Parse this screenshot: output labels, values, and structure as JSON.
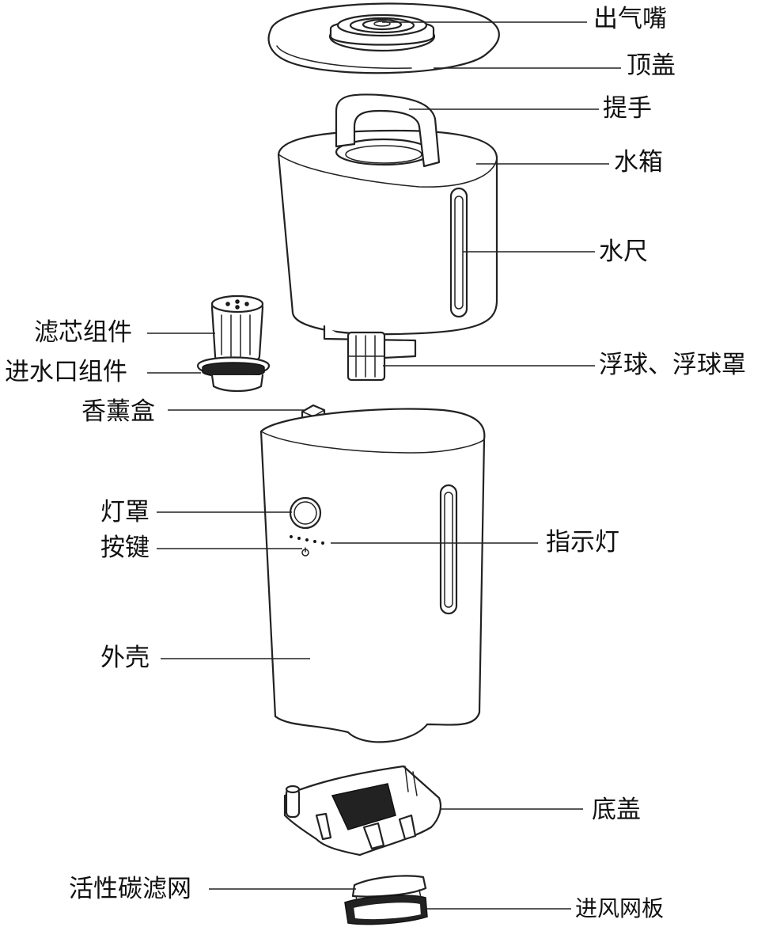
{
  "labels": {
    "nozzle": "出气嘴",
    "top_cover": "顶盖",
    "handle": "提手",
    "water_tank": "水箱",
    "water_gauge": "水尺",
    "filter_core": "滤芯组件",
    "water_inlet": "进水口组件",
    "float_ball": "浮球、浮球罩",
    "aroma_box": "香薰盒",
    "lamp_shade": "灯罩",
    "button": "按键",
    "indicator_light": "指示灯",
    "shell": "外壳",
    "bottom_cover": "底盖",
    "carbon_filter": "活性碳滤网",
    "air_inlet_plate": "进风网板"
  }
}
